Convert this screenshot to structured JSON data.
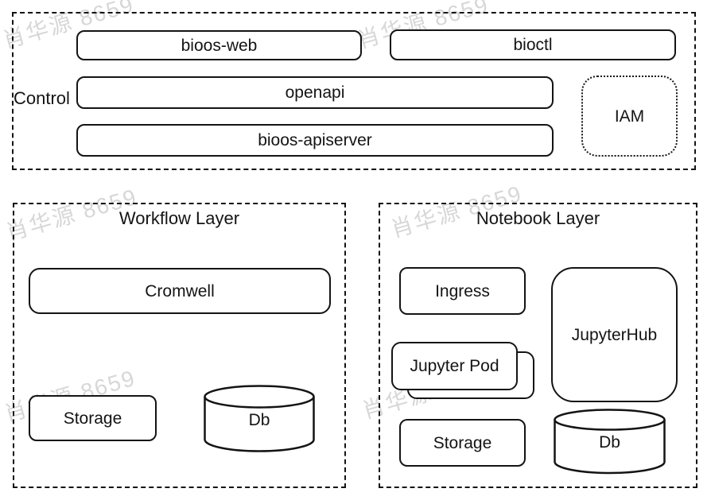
{
  "watermark": {
    "text": "肖华源 8659"
  },
  "colors": {
    "stroke": "#141414",
    "background": "#ffffff",
    "watermark_gray": "#d2d2d2"
  },
  "control": {
    "label": "Control",
    "nodes": {
      "bioos_web": "bioos-web",
      "bioctl": "bioctl",
      "openapi": "openapi",
      "bioos_apiserver": "bioos-apiserver",
      "iam": "IAM"
    }
  },
  "workflow": {
    "title": "Workflow Layer",
    "nodes": {
      "cromwell": "Cromwell",
      "storage": "Storage",
      "db": "Db"
    }
  },
  "notebook": {
    "title": "Notebook Layer",
    "nodes": {
      "ingress": "Ingress",
      "jupyterhub": "JupyterHub",
      "jupyter_pod": "Jupyter Pod",
      "storage": "Storage",
      "db": "Db"
    }
  }
}
